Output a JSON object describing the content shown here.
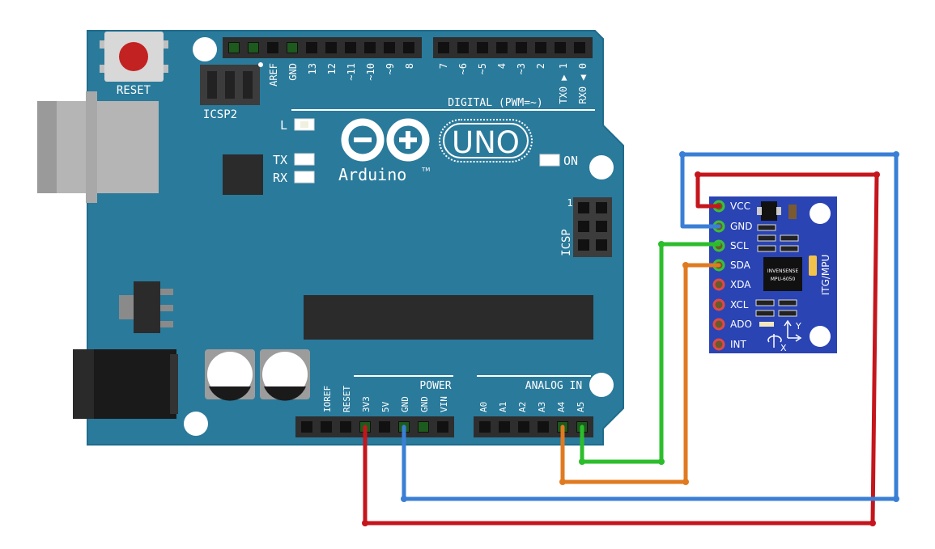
{
  "arduino": {
    "reset_label": "RESET",
    "icsp2_label": "ICSP2",
    "icsp_label": "ICSP",
    "icsp_pin1": "1",
    "digital_label": "DIGITAL (PWM=~)",
    "digital_pins_right": [
      "7",
      "~6",
      "~5",
      "4",
      "~3",
      "2",
      "TX0 ▶ 1",
      "RX0 ◀ 0"
    ],
    "digital_pins_left": [
      "AREF",
      "GND",
      "13",
      "12",
      "~11",
      "~10",
      "~9",
      "8"
    ],
    "led_l": "L",
    "led_tx": "TX",
    "led_rx": "RX",
    "led_on": "ON",
    "logo_text": "Arduino",
    "tm": "TM",
    "model": "UNO",
    "power_label": "POWER",
    "power_pins": [
      "IOREF",
      "RESET",
      "3V3",
      "5V",
      "GND",
      "GND",
      "VIN"
    ],
    "analog_label": "ANALOG IN",
    "analog_pins": [
      "A0",
      "A1",
      "A2",
      "A3",
      "A4",
      "A5"
    ],
    "board_color": "#2a7a9b",
    "board_color_edge": "#1f6c8c"
  },
  "module": {
    "pins": [
      "VCC",
      "GND",
      "SCL",
      "SDA",
      "XDA",
      "XCL",
      "ADO",
      "INT"
    ],
    "chip_line1": "INVENSENSE",
    "chip_line2": "MPU-6050",
    "side_label": "ITG/MPU",
    "axis_x": "X",
    "axis_y": "Y",
    "board_color": "#2a44b3",
    "connected_pin_color": "#3dbd3d",
    "open_pin_color": "#e04848"
  },
  "wires": {
    "vcc_color": "#c4161c",
    "gnd_color": "#3a7fd5",
    "scl_color": "#2cbd2c",
    "sda_color": "#e07a20"
  }
}
